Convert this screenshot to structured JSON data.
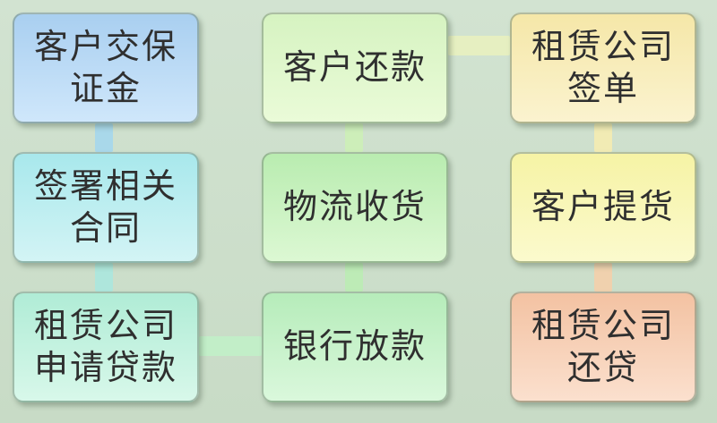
{
  "diagram": {
    "nodes": {
      "client_deposit": "客户交保\n证金",
      "sign_contract": "签署相关\n合同",
      "lessor_apply_loan": "租赁公司\n申请贷款",
      "bank_disburse": "银行放款",
      "logistics_receive": "物流收货",
      "client_repay": "客户还款",
      "lessor_sign": "租赁公司\n签单",
      "client_pickup": "客户提货",
      "lessor_repay": "租赁公司\n还贷"
    },
    "colors": {
      "connector_blue": "#a9d6e8",
      "connector_green": "#bfe9b8",
      "connector_yellow": "#efe6b0",
      "connector_orange": "#f0c8a8"
    }
  }
}
